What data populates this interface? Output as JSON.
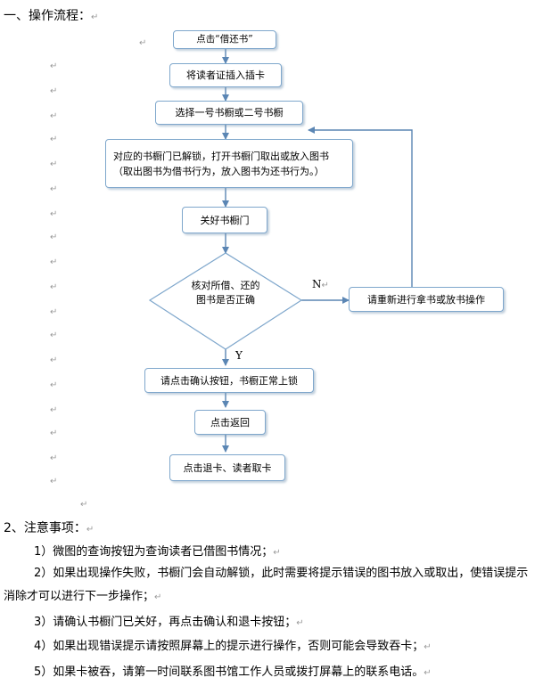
{
  "section1": {
    "heading": "一、操作流程："
  },
  "paragraph_mark": "↵",
  "flowchart": {
    "step1": "点击“借还书”",
    "step2": "将读者证插入插卡",
    "step3": "选择一号书橱或二号书橱",
    "step4": "对应的书橱门已解锁，打开书橱门取出或放入图书（取出图书为借书行为，放入图书为还书行为。）",
    "step5": "关好书橱门",
    "decision": "核对所借、还的图书是否正确",
    "no_label": "N",
    "yes_label": "Y",
    "retry": "请重新进行拿书或放书操作",
    "step6": "请点击确认按钮，书橱正常上锁",
    "step7": "点击返回",
    "step8": "点击退卡、读者取卡"
  },
  "section2": {
    "heading": "2、注意事项：",
    "items": [
      "1）微图的查询按钮为查询读者已借图书情况；",
      "2）如果出现操作失败，书橱门会自动解锁，此时需要将提示错误的图书放入或取出，使错误提示消除才可以进行下一步操作；",
      "3）请确认书橱门已关好，再点击确认和退卡按钮；",
      "4）如果出现错误提示请按照屏幕上的提示进行操作，否则可能会导致吞卡；",
      "5）如果卡被吞，请第一时间联系图书馆工作人员或拨打屏幕上的联系电话。"
    ]
  }
}
